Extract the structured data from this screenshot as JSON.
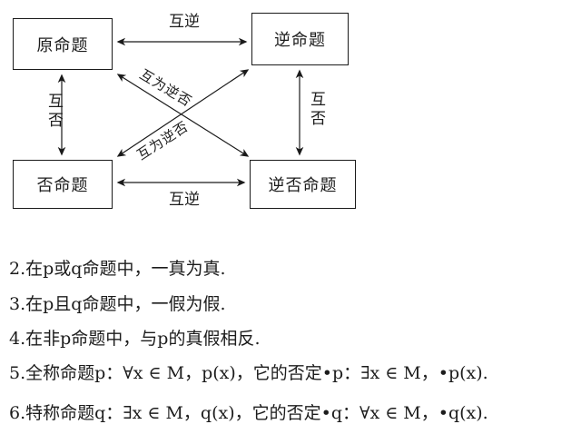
{
  "diagram": {
    "boxes": {
      "original": "原命题",
      "converse": "逆命题",
      "negation": "否命题",
      "contrapositive": "逆否命题"
    },
    "labels": {
      "top": "互逆",
      "bottom": "互逆",
      "left": "互否",
      "right": "互否",
      "diagonal_upper": "互为逆否",
      "diagonal_lower": "互为逆否"
    },
    "line_color": "#1a1a1a"
  },
  "notes": [
    "2.在p或q命题中，一真为真.",
    "3.在p且q命题中，一假为假.",
    "4.在非p命题中，与p的真假相反.",
    "5.全称命题p：∀x ∈ M，p(x)，它的否定•p：∃x ∈ M，•p(x).",
    "6.特称命题q：∃x ∈ M，q(x)，它的否定•q：∀x ∈ M，•q(x)."
  ]
}
